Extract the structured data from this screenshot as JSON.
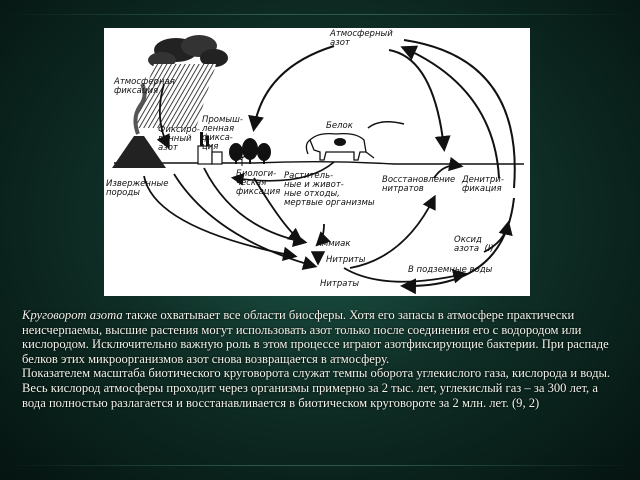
{
  "diagram": {
    "labels": {
      "atm_nitrogen": "Атмосферный\nазот",
      "atm_fixation": "Атмосферная\nфиксация",
      "industrial_fixation": "Промыш-\nленная\nфикса-\nция",
      "fixed_nitrogen": "Фиксиро-\nванный\nазот",
      "igneous_rocks": "Изверженные\nпороды",
      "biological_fixation": "Биологи-\nческая\nфиксация",
      "protein": "Белок",
      "plants_animals": "Раститель-\nные и живот-\nные отходы,\nмертвые организмы",
      "nitrate_reduction": "Восстановление\nнитратов",
      "denitrification": "Денитри-\nфикация",
      "ammonia": "Аммиак",
      "nitrites": "Нитриты",
      "nitrates": "Нитраты",
      "nitric_oxide": "Оксид\nазота  (I)",
      "groundwater": "В подземные воды"
    }
  },
  "caption": {
    "p1_italic": "Круговорот азота",
    "p1_rest": " также охватывает все области биосферы. Хотя его запасы в атмосфере практически неисчерпаемы, высшие растения могут использовать азот только после соединения его с водородом или кислородом. Исключительно важную роль в этом процессе играют азотфиксирующие бактерии. При распаде белков этих микроорганизмов азот снова возвращается в атмосферу.",
    "p2": "Показателем масштаба биотического круговорота служат темпы оборота углекислого газа, кислорода и воды. Весь кислород атмосферы проходит через организмы примерно за 2 тыс. лет, углекислый газ – за 300 лет, а вода полностью разлагается и восстанавливается в биотическом круговороте за 2 млн. лет. (9, 2)"
  }
}
